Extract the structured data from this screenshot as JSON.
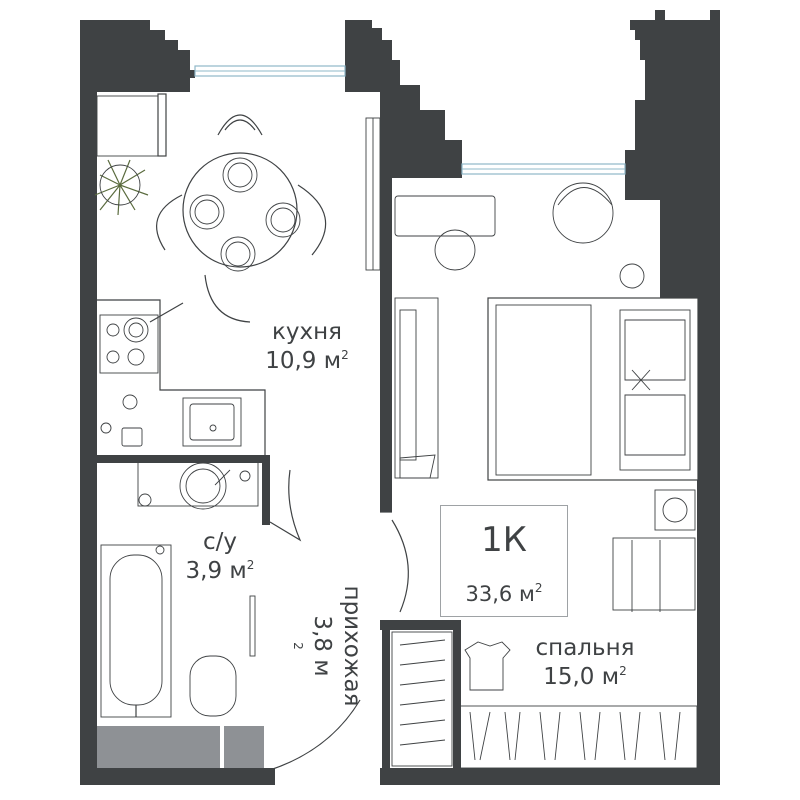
{
  "apartment": {
    "type": "1К",
    "total_area": "33,6 м",
    "area_unit_exp": "2"
  },
  "rooms": {
    "kitchen": {
      "name": "кухня",
      "area": "10,9 м",
      "exp": "2"
    },
    "bathroom": {
      "name": "с/у",
      "area": "3,9 м",
      "exp": "2"
    },
    "hallway": {
      "name": "прихожая",
      "area": "3,8 м",
      "exp": "2"
    },
    "bedroom": {
      "name": "спальня",
      "area": "15,0 м",
      "exp": "2"
    }
  },
  "colors": {
    "wall": "#3f4244",
    "window": "#8fb8c8",
    "plant": "#5a6b3e",
    "floor_grey": "#8e9195"
  }
}
